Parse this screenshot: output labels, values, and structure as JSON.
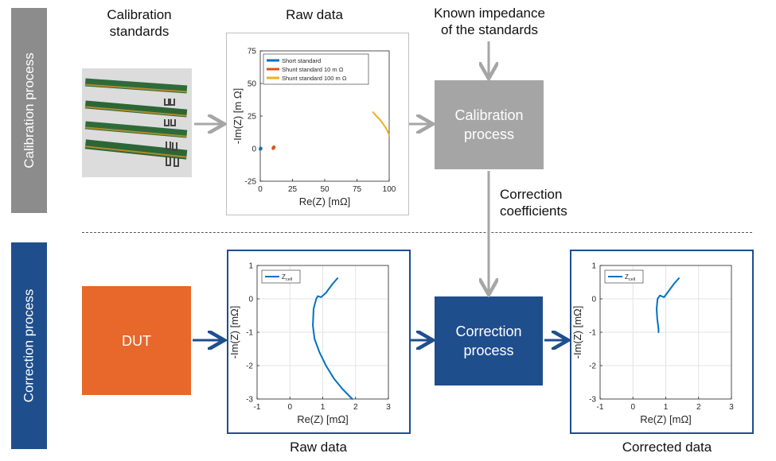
{
  "sections": {
    "calibration": {
      "label": "Calibration process",
      "color": "#8c8c8c"
    },
    "correction": {
      "label": "Correction process",
      "color": "#1f4e8c"
    }
  },
  "labels": {
    "calibration_standards": "Calibration\nstandards",
    "raw_data_top": "Raw data",
    "known_impedance": "Known impedance\nof the standards",
    "correction_coefficients": "Correction\ncoefficients",
    "raw_data_bottom": "Raw data",
    "corrected_data": "Corrected data"
  },
  "boxes": {
    "calibration_process": {
      "label": "Calibration\nprocess",
      "color": "#a6a5a6"
    },
    "dut": {
      "label": "DUT",
      "color": "#e8672a"
    },
    "correction_process": {
      "label": "Correction\nprocess",
      "color": "#1f4e8c"
    }
  },
  "colors": {
    "gray_arrow": "#a6a6a6",
    "blue_arrow": "#1f4e8c",
    "series_blue": "#0072bd"
  },
  "chart_data": [
    {
      "id": "raw-calibration",
      "type": "line",
      "xlabel": "Re(Z) [mΩ]",
      "ylabel": "-Im(Z) [m Ω]",
      "xlim": [
        0,
        100
      ],
      "ylim": [
        -25,
        75
      ],
      "xticks": [
        0,
        25,
        50,
        75,
        100
      ],
      "yticks": [
        -25,
        0,
        25,
        50,
        75
      ],
      "grid": false,
      "legend_position": "top-left",
      "series": [
        {
          "name": "Short standard",
          "color": "#0072bd",
          "x": [
            0.1,
            0.3
          ],
          "y": [
            -0.3,
            0.3
          ]
        },
        {
          "name": "Shunt standard 10 m Ω",
          "color": "#d95319",
          "x": [
            10.0,
            10.3,
            10.6
          ],
          "y": [
            0.2,
            0.6,
            1.2
          ]
        },
        {
          "name": "Shunt standard 100 m Ω",
          "color": "#edb120",
          "x": [
            87.5,
            90,
            93,
            96,
            98.5,
            100
          ],
          "y": [
            28,
            25,
            22,
            18,
            14,
            10
          ]
        }
      ]
    },
    {
      "id": "raw-dut",
      "type": "line",
      "xlabel": "Re(Z) [mΩ]",
      "ylabel": "-Im(Z) [mΩ]",
      "xlim": [
        -1,
        3
      ],
      "ylim": [
        -3,
        1
      ],
      "xticks": [
        -1,
        0,
        1,
        2,
        3
      ],
      "yticks": [
        -3,
        -2,
        -1,
        0,
        1
      ],
      "grid": true,
      "legend_position": "top-left",
      "series": [
        {
          "name": "Z",
          "name_sub": "cell",
          "color": "#0072bd",
          "x": [
            1.45,
            1.3,
            1.1,
            0.95,
            0.85,
            0.8,
            0.72,
            0.7,
            0.75,
            0.9,
            1.1,
            1.35,
            1.6,
            1.9
          ],
          "y": [
            0.62,
            0.45,
            0.18,
            0.05,
            0.08,
            0.0,
            -0.3,
            -0.8,
            -1.2,
            -1.6,
            -2.0,
            -2.4,
            -2.7,
            -3.0
          ]
        }
      ]
    },
    {
      "id": "corrected-dut",
      "type": "line",
      "xlabel": "Re(Z) [mΩ]",
      "ylabel": "-Im(Z) [mΩ]",
      "xlim": [
        -1,
        3
      ],
      "ylim": [
        -3,
        1
      ],
      "xticks": [
        -1,
        0,
        1,
        2,
        3
      ],
      "yticks": [
        -3,
        -2,
        -1,
        0,
        1
      ],
      "grid": true,
      "legend_position": "top-left",
      "series": [
        {
          "name": "Z",
          "name_sub": "cell",
          "color": "#0072bd",
          "x": [
            1.4,
            1.25,
            1.1,
            0.95,
            0.82,
            0.75,
            0.72,
            0.74,
            0.78,
            0.78
          ],
          "y": [
            0.62,
            0.45,
            0.25,
            0.05,
            0.1,
            0.0,
            -0.3,
            -0.6,
            -0.9,
            -1.0
          ]
        }
      ]
    }
  ]
}
